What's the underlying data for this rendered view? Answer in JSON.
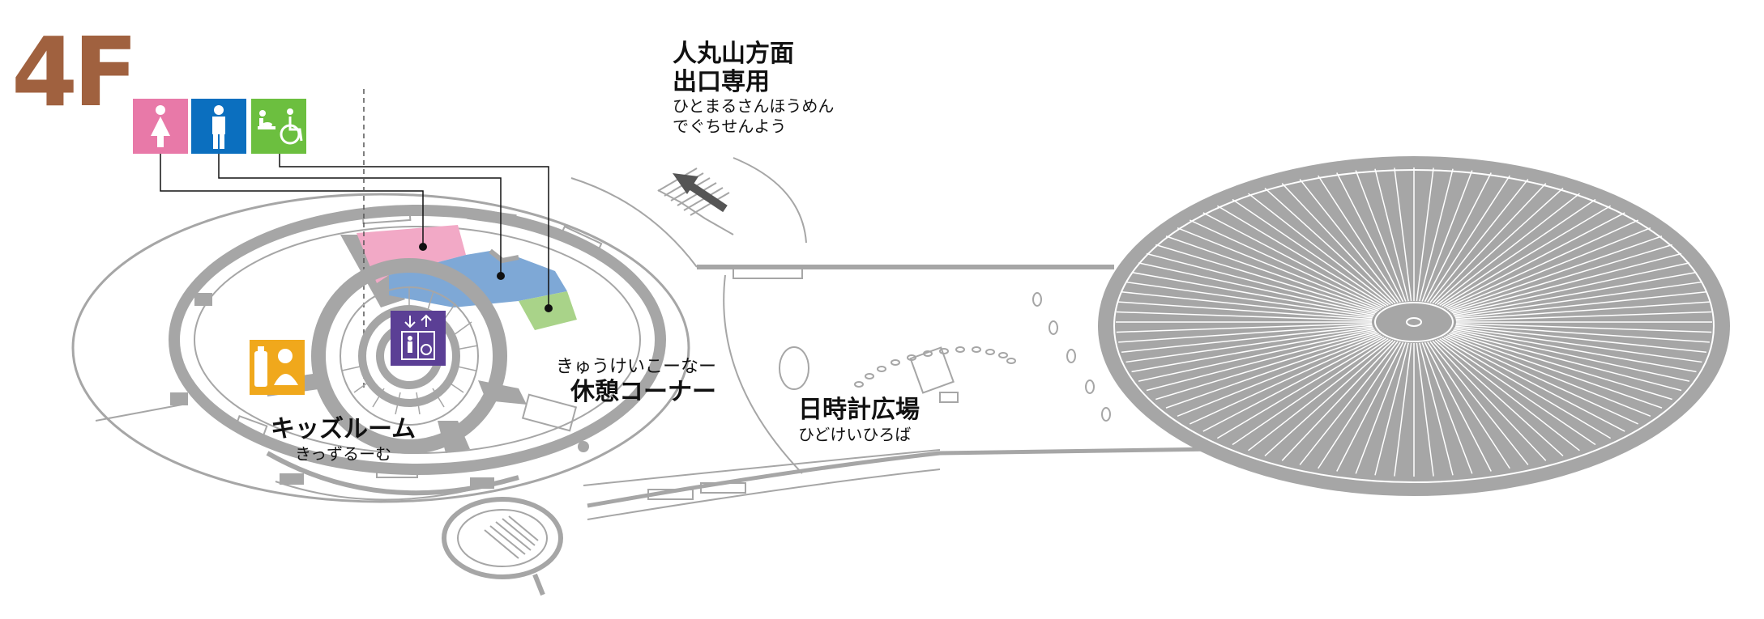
{
  "floor": "4F",
  "exit": {
    "title_line1": "人丸山方面",
    "title_line2": "出口専用",
    "kana_line1": "ひとまるさんほうめん",
    "kana_line2": "でぐちせんよう"
  },
  "rest_area": {
    "kana": "きゅうけいこーなー",
    "title": "休憩コーナー"
  },
  "kids_room": {
    "title": "キッズルーム",
    "kana": "きっずるーむ"
  },
  "sundial_plaza": {
    "title": "日時計広場",
    "kana": "ひどけいひろば"
  },
  "colors": {
    "floor_label": "#a0613f",
    "women_restroom": "#e879a8",
    "men_restroom": "#0b6fbf",
    "accessible_restroom": "#6cbf3f",
    "elevator": "#5b3f95",
    "kids_room_icon": "#f0a81c",
    "women_area": "#f2a9c6",
    "men_area": "#7ea8d6",
    "accessible_area": "#a9d389",
    "structure": "#a6a6a6"
  },
  "icons": [
    "women-restroom-icon",
    "men-restroom-icon",
    "baby-changing-icon",
    "wheelchair-icon",
    "elevator-icon",
    "kids-room-icon",
    "exit-arrow-icon"
  ]
}
